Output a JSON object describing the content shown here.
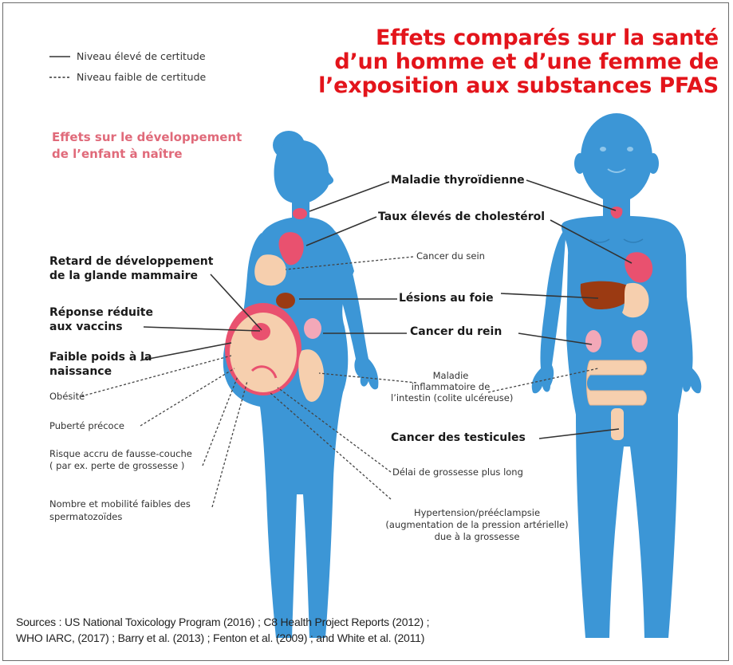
{
  "title": {
    "line1": "Effets comparés sur la santé",
    "line2": "d’un homme et d’une femme de",
    "line3": "l’exposition aux substances PFAS"
  },
  "legend": {
    "high": "Niveau élevé de certitude",
    "low": "Niveau faible de certitude"
  },
  "section_heading": {
    "line1": "Effets sur le développement",
    "line2": "de l’enfant à naître"
  },
  "labels_bold": {
    "thyroid": "Maladie thyroïdienne",
    "cholesterol": "Taux élevés de cholestérol",
    "mammary_1": "Retard de développement",
    "mammary_2": "de la glande mammaire",
    "vaccines_1": "Réponse réduite",
    "vaccines_2": "aux vaccins",
    "liver": "Lésions au foie",
    "kidney": "Cancer du rein",
    "birthweight_1": "Faible poids à la",
    "birthweight_2": "naissance",
    "testicles": "Cancer des testicules"
  },
  "labels_regular": {
    "breast": "Cancer du sein",
    "obesity": "Obésité",
    "puberty": "Puberté précoce",
    "miscarriage_1": "Risque accru de fausse-couche",
    "miscarriage_2": "( par ex. perte de grossesse )",
    "sperm_1": "Nombre et mobilité faibles des",
    "sperm_2": "spermatozoïdes",
    "colitis_1": "Maladie",
    "colitis_2": "inflammatoire de",
    "colitis_3": "l’intestin (colite ulcéreuse)",
    "delay": "Délai de grossesse plus long",
    "hypertension_1": "Hypertension/prééclampsie",
    "hypertension_2": "(augmentation de la pression artérielle)",
    "hypertension_3": "due à la grossesse"
  },
  "sources": {
    "line1": "Sources : US National Toxicology Program (2016) ; C8 Health Project Reports (2012) ;",
    "line2": "WHO IARC, (2017) ; Barry et al. (2013) ; Fenton et al. (2009) ; and White et al. (2011)"
  },
  "colors": {
    "title": "#e3141b",
    "body": "#3c96d6",
    "section_heading": "#e06a7a",
    "organ_pink": "#e9516f",
    "liver": "#9b3a12",
    "skin": "#f6cfae"
  }
}
